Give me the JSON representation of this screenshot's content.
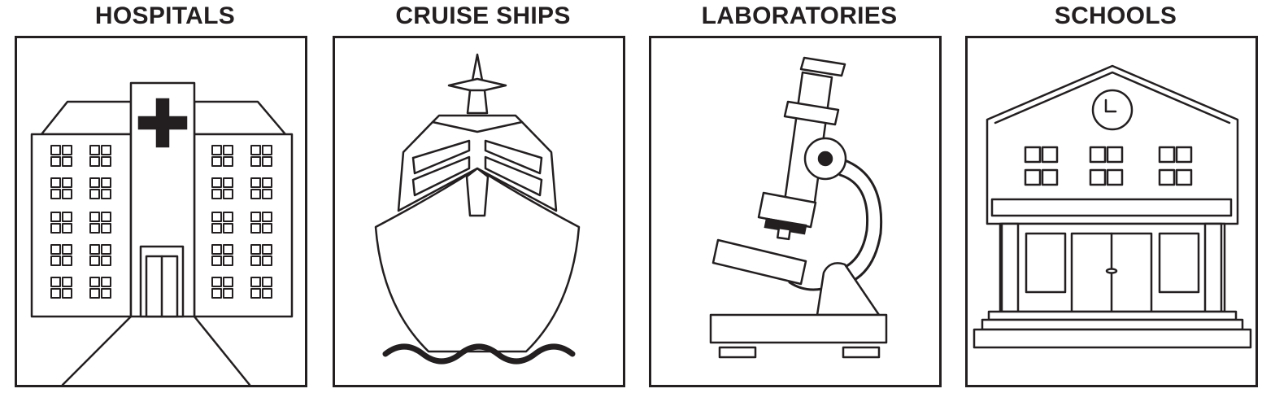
{
  "panels": [
    {
      "title": "HOSPITALS",
      "icon": "hospital-icon"
    },
    {
      "title": "CRUISE SHIPS",
      "icon": "cruise-ship-icon"
    },
    {
      "title": "LABORATORIES",
      "icon": "microscope-icon"
    },
    {
      "title": "SCHOOLS",
      "icon": "school-icon"
    }
  ],
  "colors": {
    "ink": "#231f20",
    "background": "#ffffff"
  }
}
